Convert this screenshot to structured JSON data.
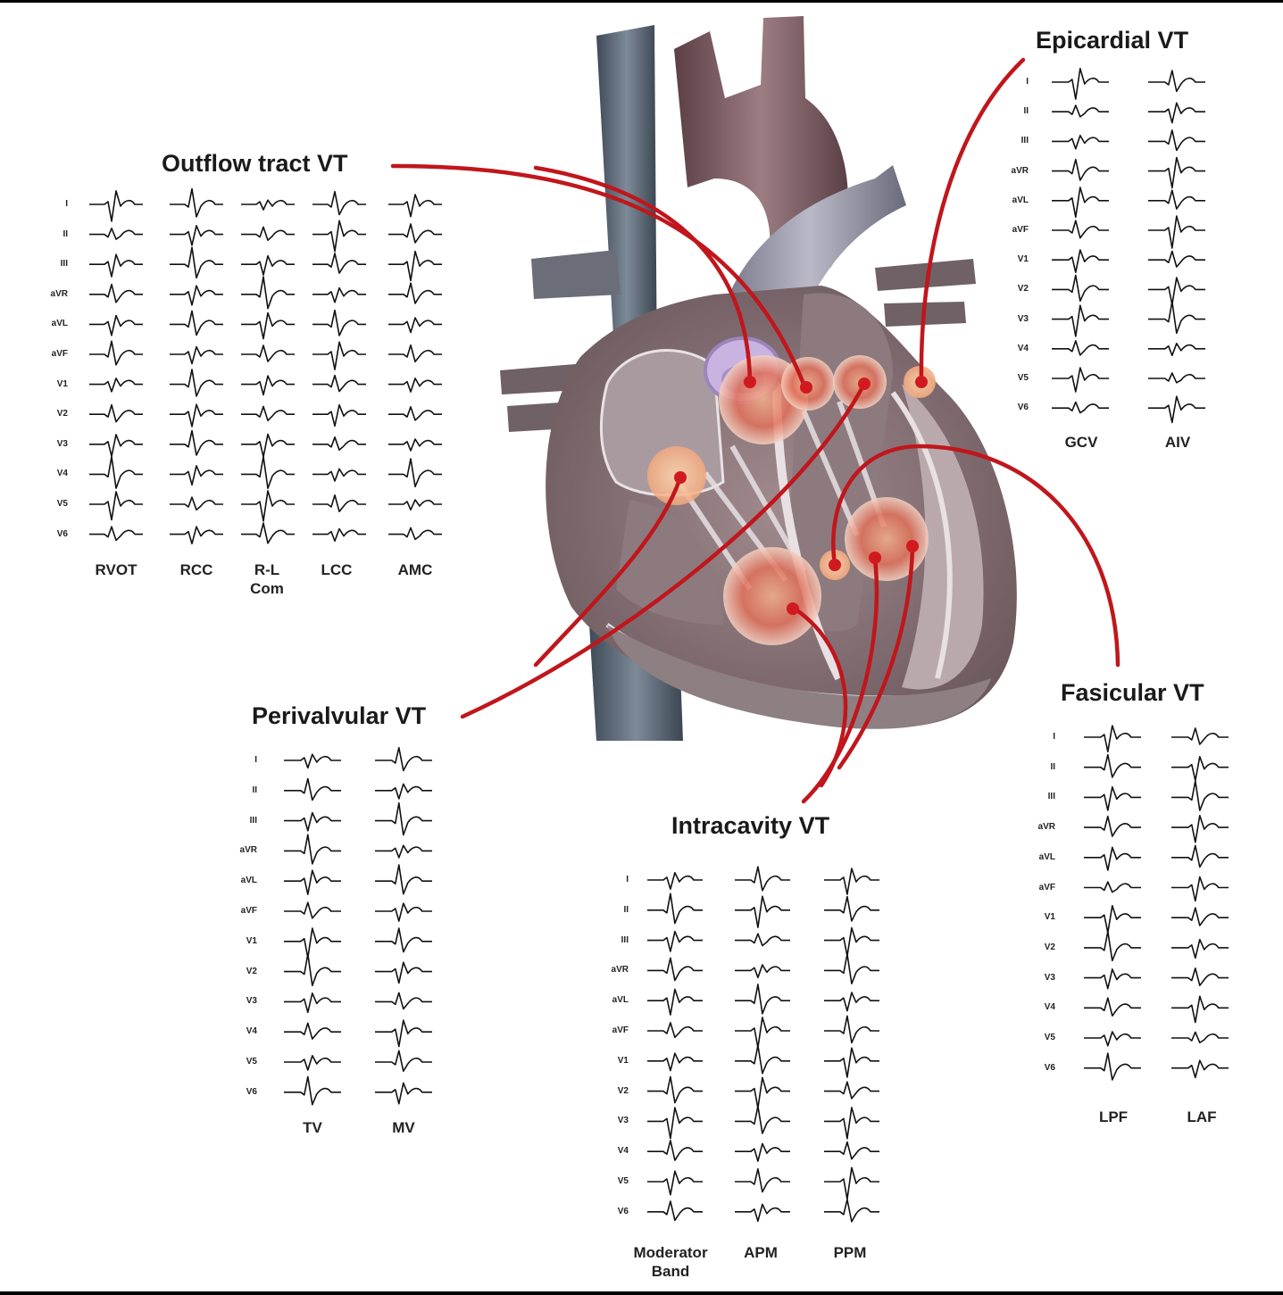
{
  "leads": [
    "I",
    "II",
    "III",
    "aVR",
    "aVL",
    "aVF",
    "V1",
    "V2",
    "V3",
    "V4",
    "V5",
    "V6"
  ],
  "panels": [
    {
      "id": "outflow",
      "title": "Outflow tract VT",
      "columns": [
        "RVOT",
        "RCC",
        "R-L Com",
        "LCC",
        "AMC"
      ]
    },
    {
      "id": "epicardial",
      "title": "Epicardial VT",
      "columns": [
        "GCV",
        "AIV"
      ]
    },
    {
      "id": "perivalvular",
      "title": "Perivalvular VT",
      "columns": [
        "TV",
        "MV"
      ]
    },
    {
      "id": "intracavity",
      "title": "Intracavity VT",
      "columns": [
        "Moderator Band",
        "APM",
        "PPM"
      ]
    },
    {
      "id": "fascicular",
      "title": "Fasicular VT",
      "columns": [
        "LPF",
        "LAF"
      ]
    }
  ],
  "colors": {
    "leader": "#c0161c",
    "marker": "#d11a1f",
    "text": "#1a1a1a",
    "ecg": "#111111"
  }
}
